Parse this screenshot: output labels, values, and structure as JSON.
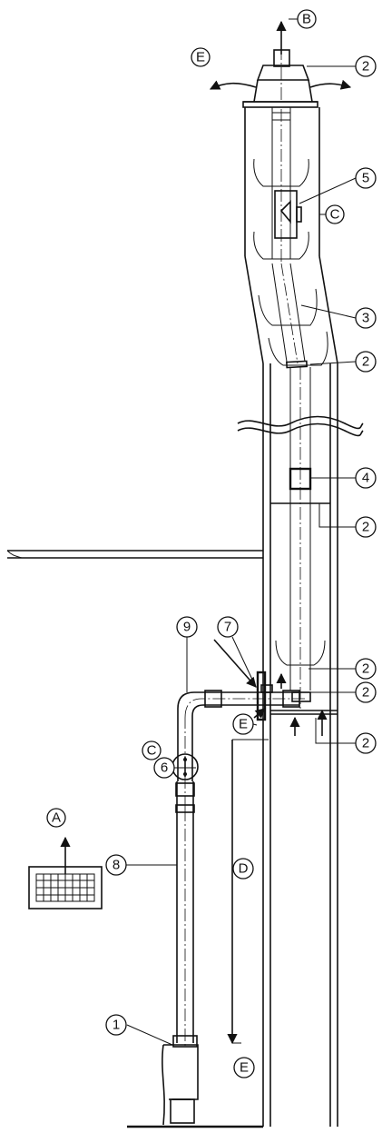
{
  "callouts": {
    "B": "B",
    "E_top": "E",
    "n2_cap": "2",
    "n5": "5",
    "C_top": "C",
    "n3": "3",
    "n2_bend": "2",
    "n4": "4",
    "n2_mid": "2",
    "n9": "9",
    "n7": "7",
    "n2_low1": "2",
    "n2_low2": "2",
    "C_low": "C",
    "n6": "6",
    "E_mid": "E",
    "n2_low3": "2",
    "A": "A",
    "D": "D",
    "n8": "8",
    "n1": "1",
    "E_bottom": "E"
  }
}
